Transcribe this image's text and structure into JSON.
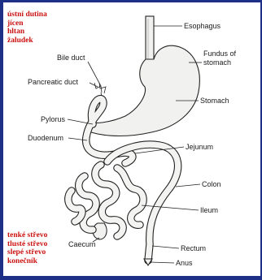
{
  "czech_labels": {
    "top": [
      "ústní dutina",
      "jícen",
      "hltan",
      "žaludek"
    ],
    "bottom": [
      "tenké střevo",
      "tlusté střevo",
      "slepé střevo",
      "konečník"
    ]
  },
  "anatomy_labels": {
    "esophagus": "Esophagus",
    "fundus_line1": "Fundus of",
    "fundus_line2": "stomach",
    "bile_duct": "Bile duct",
    "pancreatic_duct": "Pancreatic duct",
    "stomach": "Stomach",
    "pylorus": "Pylorus",
    "duodenum": "Duodenum",
    "jejunum": "Jejunum",
    "colon": "Colon",
    "ileum": "Ileum",
    "caecum": "Caecum",
    "rectum": "Rectum",
    "anus": "Anus"
  },
  "colors": {
    "frame": "#1e2f87",
    "annotation_text": "#cc1111",
    "organ_fill": "#f1f1ef",
    "outline": "#222222"
  }
}
